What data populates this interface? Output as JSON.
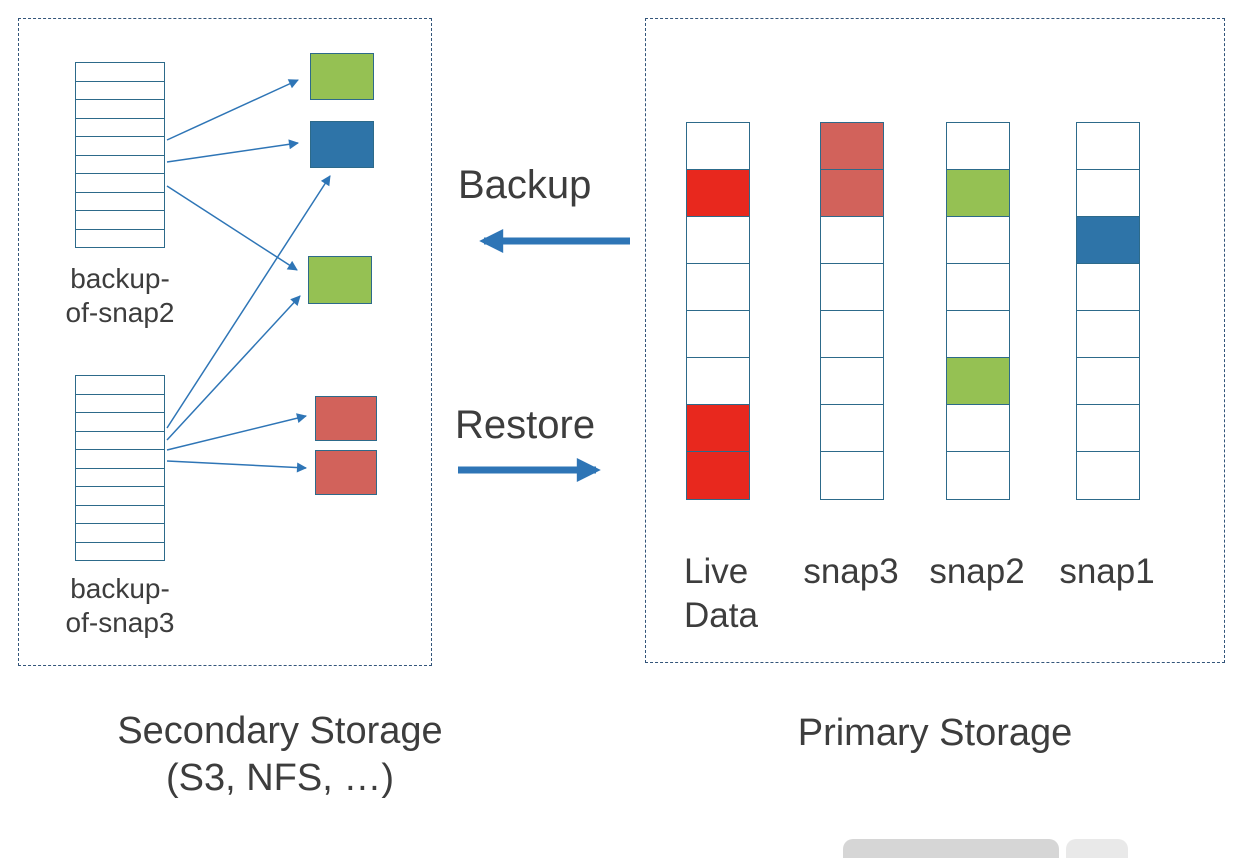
{
  "colors": {
    "red": "#e8281e",
    "salmon": "#d2625b",
    "green": "#95c153",
    "blue": "#2e74a8",
    "white": "#ffffff",
    "stroke": "#2d6a8a",
    "arrow": "#2e75b6",
    "box_border": "#33557a",
    "text": "#3d3d3d",
    "artifact_gray": "#d6d6d6",
    "artifact_gray_light": "#e9e9e9"
  },
  "center": {
    "backup_label": "Backup",
    "restore_label": "Restore"
  },
  "secondary": {
    "title_line1": "Secondary Storage",
    "title_line2": "(S3, NFS, …)",
    "stacks": [
      {
        "label_line1": "backup-",
        "label_line2": "of-snap2",
        "rows": 10
      },
      {
        "label_line1": "backup-",
        "label_line2": "of-snap3",
        "rows": 10
      }
    ],
    "blocks": [
      "green",
      "blue",
      "green",
      "salmon",
      "salmon"
    ]
  },
  "primary": {
    "title": "Primary Storage",
    "columns": [
      {
        "label": "Live Data",
        "cells": [
          "white",
          "red",
          "white",
          "white",
          "white",
          "white",
          "red",
          "red"
        ]
      },
      {
        "label": "snap3",
        "cells": [
          "salmon",
          "salmon",
          "white",
          "white",
          "white",
          "white",
          "white",
          "white"
        ]
      },
      {
        "label": "snap2",
        "cells": [
          "white",
          "green",
          "white",
          "white",
          "white",
          "green",
          "white",
          "white"
        ]
      },
      {
        "label": "snap1",
        "cells": [
          "white",
          "white",
          "blue",
          "white",
          "white",
          "white",
          "white",
          "white"
        ]
      }
    ]
  }
}
